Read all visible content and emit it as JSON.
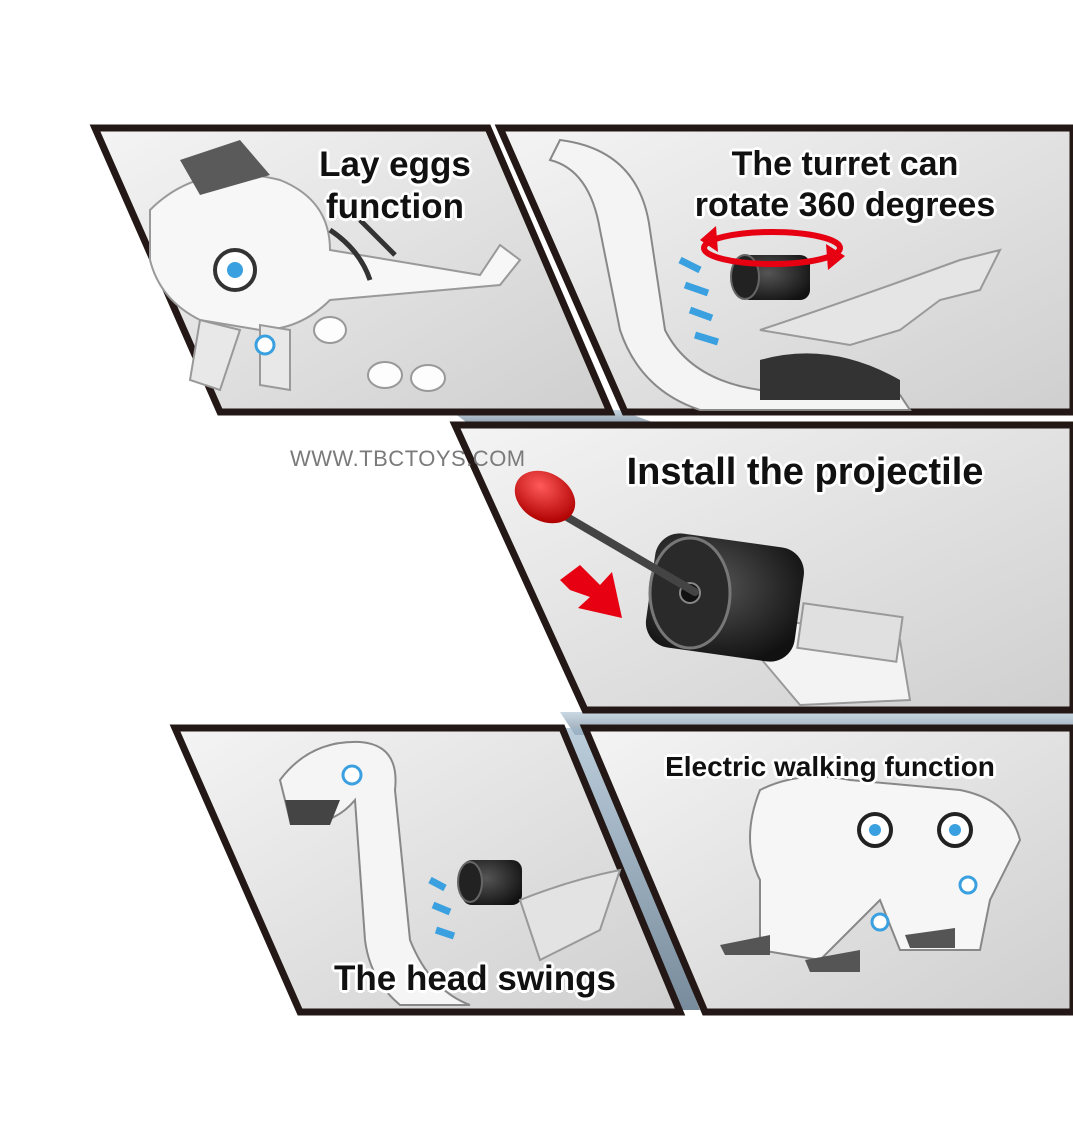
{
  "watermark": "WWW.TBCTOYS.COM",
  "panels": {
    "lay_eggs": {
      "line1": "Lay eggs",
      "line2": "function"
    },
    "turret": {
      "line1": "The turret can",
      "line2": "rotate 360 degrees"
    },
    "projectile": {
      "label": "Install the projectile"
    },
    "head": {
      "label": "The head swings"
    },
    "walking": {
      "label": "Electric walking function"
    }
  },
  "colors": {
    "frame": "#231815",
    "panel_bg": "#e6e6e6",
    "accent_red": "#e60012",
    "accent_blue": "#3aa0e0"
  }
}
